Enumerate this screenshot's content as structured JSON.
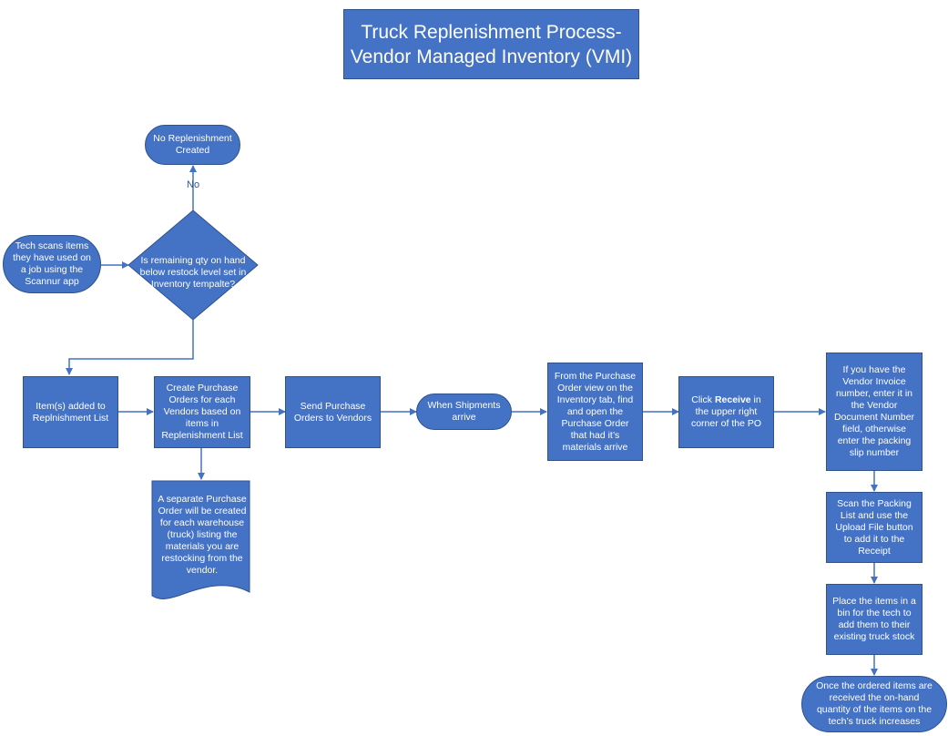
{
  "title": {
    "line1": "Truck Replenishment Process-",
    "line2": "Vendor Managed Inventory (VMI)"
  },
  "nodes": {
    "no_replenishment": "No Replenishment Created",
    "tech_scans": "Tech scans items they have used on a job using the Scannur app",
    "decision": "Is remaining qty on hand below restock level set in Inventory tempalte?",
    "no_label": "No",
    "items_added": "Item(s) added to Replnishment List",
    "create_po": "Create  Purchase Orders for each Vendors based on items in Replenishment List",
    "send_po": "Send Purchase Orders to Vendors",
    "shipments_arrive": "When Shipments arrive",
    "open_po": "From the Purchase Order view on the Inventory tab, find and open the Purchase Order that had it’s materials arrive",
    "click_receive": {
      "prefix": "Click ",
      "bold": "Receive",
      "suffix": " in the upper right corner of the PO"
    },
    "vendor_invoice": "If you have the Vendor Invoice number, enter it in the Vendor Document Number field, otherwise enter the packing slip number",
    "separate_po": "A separate Purchase Order will be created for each warehouse (truck) listing the materials you are restocking from the vendor.",
    "scan_packing": "Scan the Packing List and use the Upload File button to add it to the Receipt",
    "place_items": "Place the items in a bin for the tech to add them to their existing truck stock",
    "received": "Once the ordered items are received the on-hand quantity of the items on the tech’s truck increases"
  },
  "colors": {
    "fill": "#4472c4",
    "border": "#2f528f",
    "text": "#ffffff",
    "label": "#2f5597"
  }
}
